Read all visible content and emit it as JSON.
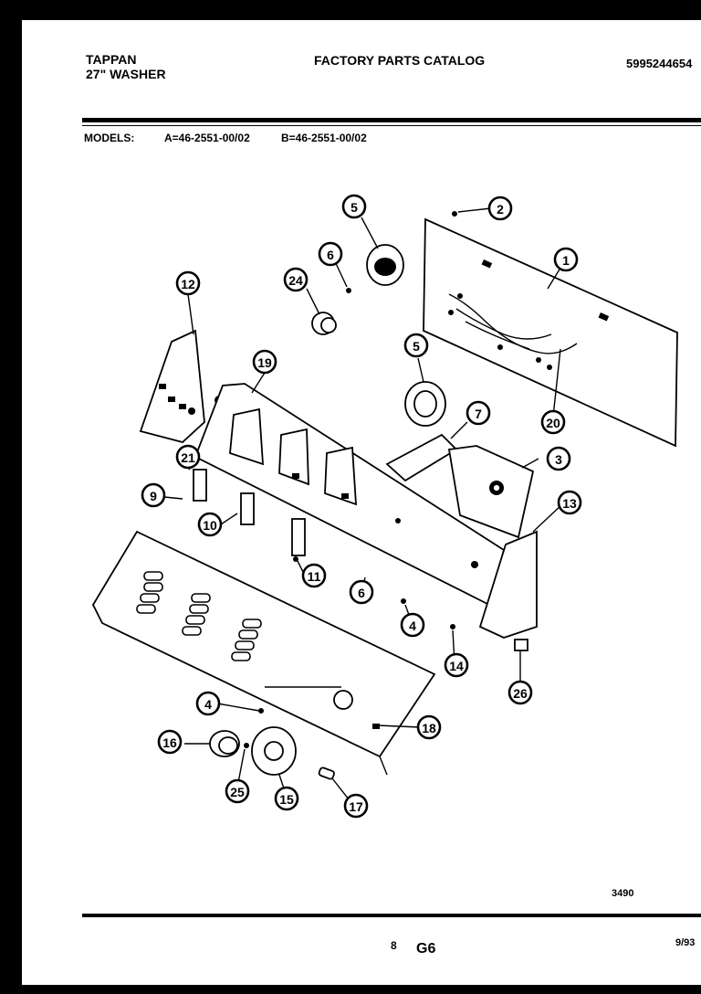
{
  "header": {
    "brand": "TAPPAN",
    "subtitle": "27\" WASHER",
    "catalog_title": "FACTORY PARTS CATALOG",
    "part_number": "5995244654",
    "models_label": "MODELS:",
    "model_a": "A=46-2551-00/02",
    "model_b": "B=46-2551-00/02"
  },
  "diagram": {
    "drawing_code": "3490",
    "callouts": [
      "1",
      "2",
      "3",
      "4",
      "4",
      "5",
      "5",
      "6",
      "6",
      "7",
      "9",
      "10",
      "11",
      "12",
      "13",
      "14",
      "15",
      "16",
      "17",
      "18",
      "19",
      "20",
      "21",
      "24",
      "25",
      "26"
    ]
  },
  "footer": {
    "page_number": "8",
    "section_code": "G6",
    "date_code": "9/93"
  }
}
